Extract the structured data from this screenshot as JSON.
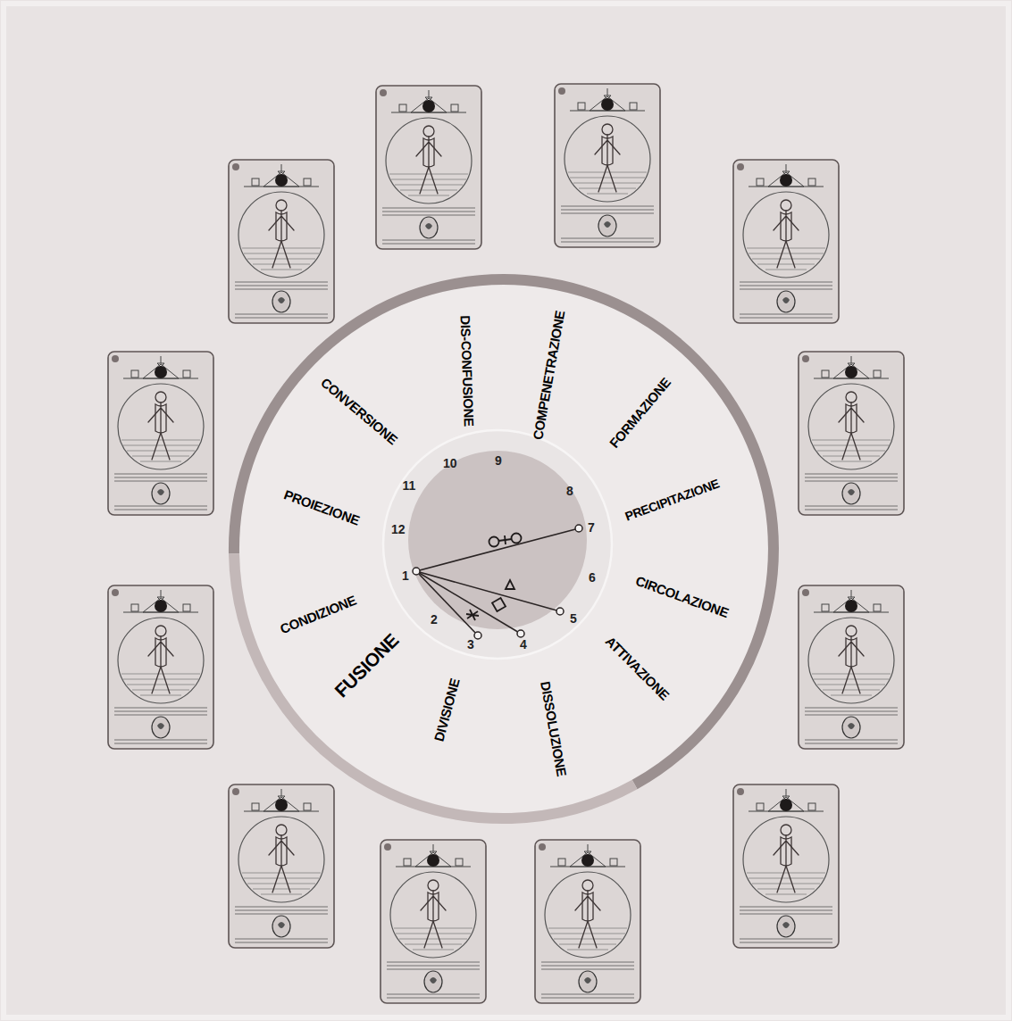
{
  "diagram": {
    "labels": [
      "DIS-CONFUSIONE",
      "COMPENETRAZIONE",
      "FORMAZIONE",
      "PRECIPITAZIONE",
      "CIRCOLAZIONE",
      "ATTIVAZIONE",
      "DISSOLUZIONE",
      "DIVISIONE",
      "FUSIONE",
      "CONDIZIONE",
      "PROIEZIONE",
      "CONVERSIONE",
      "1",
      "2",
      "3",
      "4",
      "5",
      "6",
      "7",
      "8",
      "9",
      "10",
      "11",
      "12"
    ]
  }
}
